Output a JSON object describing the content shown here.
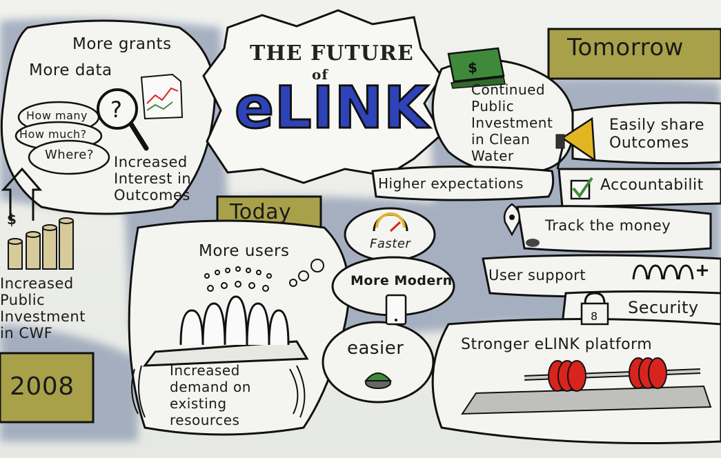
{
  "title": {
    "line1": "THE FUTURE",
    "line2": "of",
    "line3": "eLINK"
  },
  "past": {
    "grants": "More grants",
    "data": "More data",
    "questions": [
      "How many",
      "How much?",
      "Where?"
    ],
    "interest": [
      "Increased",
      "Interest in",
      "Outcomes"
    ],
    "investment": [
      "Increased",
      "Public",
      "Investment",
      "in CWF"
    ],
    "dollar": "$",
    "year": "2008"
  },
  "today": {
    "banner": "Today",
    "users": "More users",
    "demand": [
      "Increased",
      "demand on",
      "existing",
      "resources"
    ],
    "faster": "Faster",
    "modern": "More Modern",
    "easier": "easier"
  },
  "tomorrow": {
    "banner": "Tomorrow",
    "dollar": "$",
    "investment": [
      "Continued",
      "Public",
      "Investment",
      "in Clean",
      "Water"
    ],
    "share": [
      "Easily share",
      "Outcomes"
    ],
    "expectations": "Higher expectations",
    "accountability": "Accountabilit",
    "track": "Track the money",
    "support": "User support",
    "security": "Security",
    "platform": "Stronger eLINK platform"
  },
  "colors": {
    "banner": "#a9a14a",
    "elink": "#2f43b8",
    "shadow": "#8a96ad",
    "weights": "#d8241f",
    "money": "#3f8a3a",
    "coins": "#c9b98a"
  },
  "icons": [
    "magnifier-question-icon",
    "chart-paper-icon",
    "coin-stack-icon",
    "up-arrow-icon",
    "money-stack-icon",
    "megaphone-icon",
    "checkbox-icon",
    "map-pin-icon",
    "padlock-icon",
    "people-plus-icon",
    "speedometer-icon",
    "phone-icon",
    "easy-button-icon",
    "barbell-icon",
    "crowd-icon"
  ]
}
